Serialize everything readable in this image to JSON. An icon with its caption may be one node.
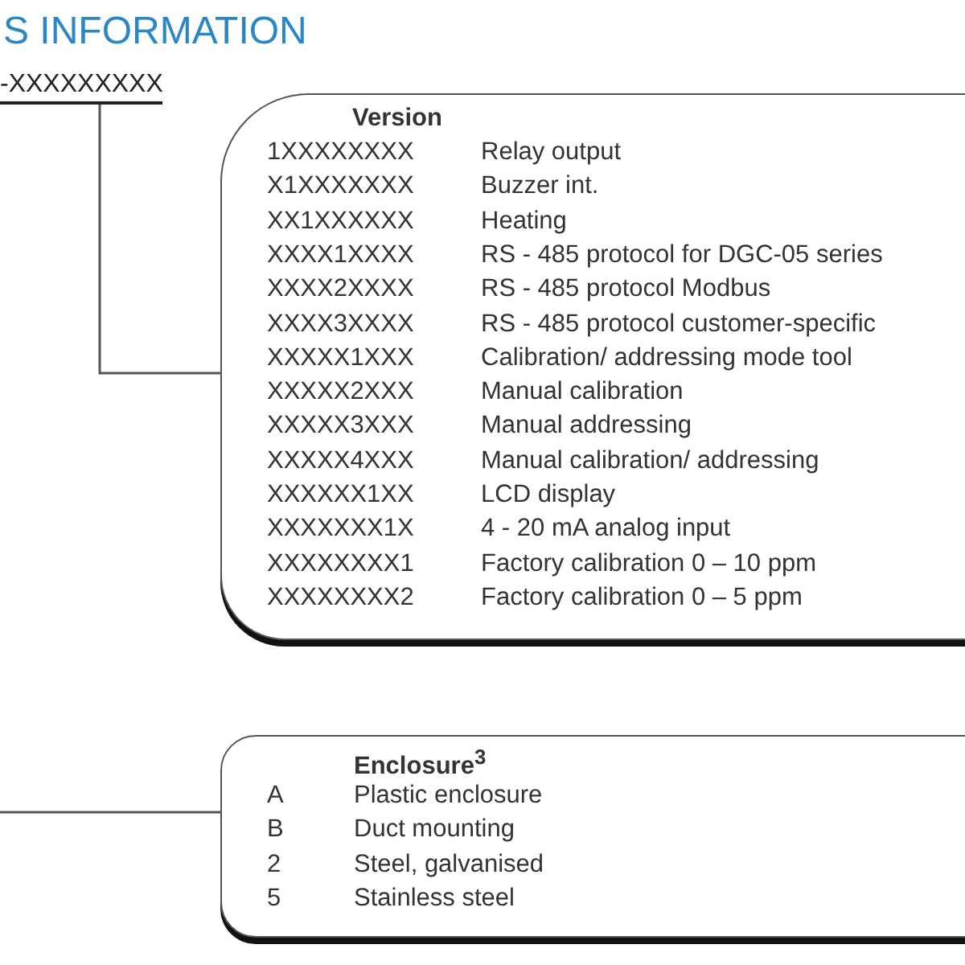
{
  "diagram": {
    "title": "S INFORMATION",
    "nodes": [
      {
        "text": [
          "-XXXXXXXXX"
        ]
      },
      {
        "text": [
          "Version",
          "1XXXXXXXX",
          "Relay output",
          "X1XXXXXXX",
          "Buzzer int.",
          "XX1XXXXXX",
          "Heating",
          "XXXX1XXXX",
          "RS - 485 protocol for DGC-05 series",
          "XXXX2XXXX",
          "RS - 485 protocol Modbus",
          "XXXX3XXXX",
          "RS - 485 protocol customer-specific",
          "XXXXX1XXX",
          "Calibration/ addressing mode tool",
          "XXXXX2XXX",
          "Manual calibration",
          "XXXXX3XXX",
          "Manual addressing",
          "XXXXX4XXX",
          "Manual calibration/ addressing",
          "XXXXXX1XX",
          "LCD display",
          "XXXXXXX1X",
          "4 - 20 mA analog input",
          "XXXXXXXX1",
          "Factory calibration 0 – 10 ppm",
          "XXXXXXXX2",
          "Factory calibration 0 – 5 ppm"
        ]
      },
      {
        "text": [
          "Enclosure$^{3}$",
          "A",
          "Plastic enclosure",
          "B",
          "Duct mounting",
          "2",
          "Steel, galvanised",
          "5",
          "Stainless steel"
        ]
      }
    ],
    "edges": [
      {
        "from": 0,
        "to": 1,
        "arrow": "none"
      },
      {
        "from": null,
        "to": 2,
        "arrow": "none"
      }
    ]
  }
}
